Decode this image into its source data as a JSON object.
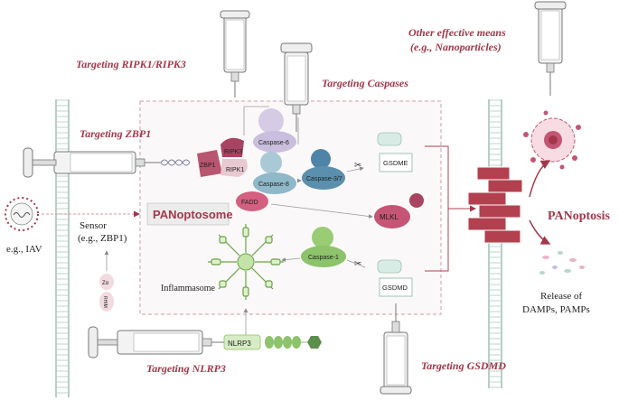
{
  "labels": {
    "targeting_ripk": "Targeting RIPK1/RIPK3",
    "targeting_caspases": "Targeting Caspases",
    "targeting_zbp1": "Targeting ZBP1",
    "other_means_line1": "Other effective means",
    "other_means_line2": "(e.g., Nanoparticles)",
    "targeting_nlrp3": "Targeting NLRP3",
    "targeting_gsdmd": "Targeting GSDMD",
    "panoptosis": "PANoptosis",
    "panoptosome": "PANoptosome",
    "sensor_line1": "Sensor",
    "sensor_line2": "(e.g., ZBP1)",
    "virus": "e.g., IAV",
    "inflammasome": "Inflammasome",
    "release_line1": "Release of",
    "release_line2": "DAMPs, PAMPs"
  },
  "proteins": {
    "zbp1": "ZBP1",
    "ripk3": "RIPK3",
    "ripk1": "RIPK1",
    "caspase6": "Caspase-6",
    "caspase8": "Caspase-8",
    "caspase37": "Caspase-3/7",
    "fadd": "FADD",
    "gsdme": "GSDME",
    "mlkl": "MLKL",
    "caspase1": "Caspase-1",
    "gsdmd": "GSDMD",
    "nlrp3": "NLRP3",
    "za": "Zα",
    "rhim": "RHIM"
  },
  "colors": {
    "accent_red": "#a3374a",
    "membrane": "#c9dcd4",
    "ripk": "#b85570",
    "caspase_blue": "#5a8fae",
    "caspase6_purple": "#c9bedd",
    "inflammasome_green": "#8cc36b",
    "gsdm_box": "#d8ece5",
    "brick": "#b3404f"
  }
}
